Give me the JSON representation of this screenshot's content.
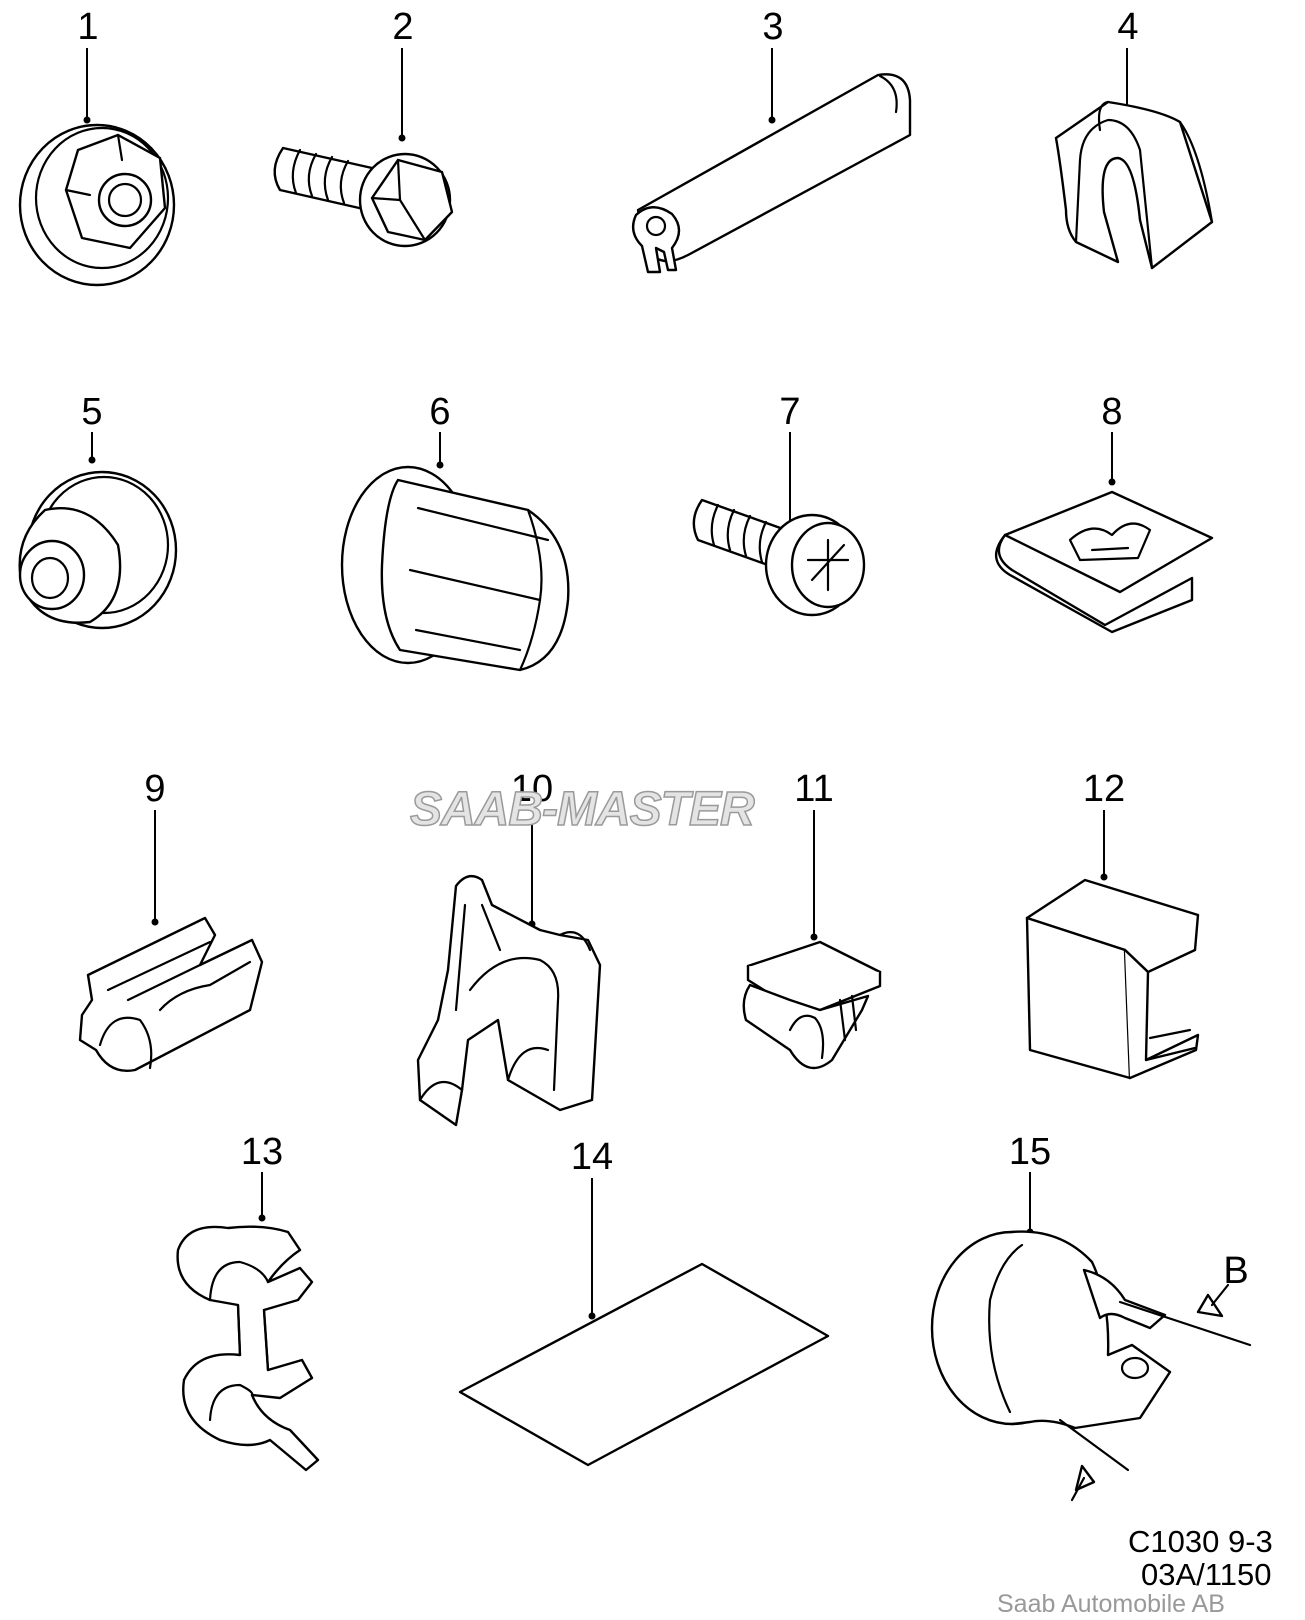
{
  "callouts": {
    "c1": "1",
    "c2": "2",
    "c3": "3",
    "c4": "4",
    "c5": "5",
    "c6": "6",
    "c7": "7",
    "c8": "8",
    "c9": "9",
    "c10": "10",
    "c11": "11",
    "c12": "12",
    "c13": "13",
    "c14": "14",
    "c15": "15",
    "b": "B"
  },
  "reference": {
    "line1": "C1030 9-3",
    "line2": "03A/1150"
  },
  "watermark": "SAAB-MASTER",
  "copyright": "Saab Automobile AB"
}
